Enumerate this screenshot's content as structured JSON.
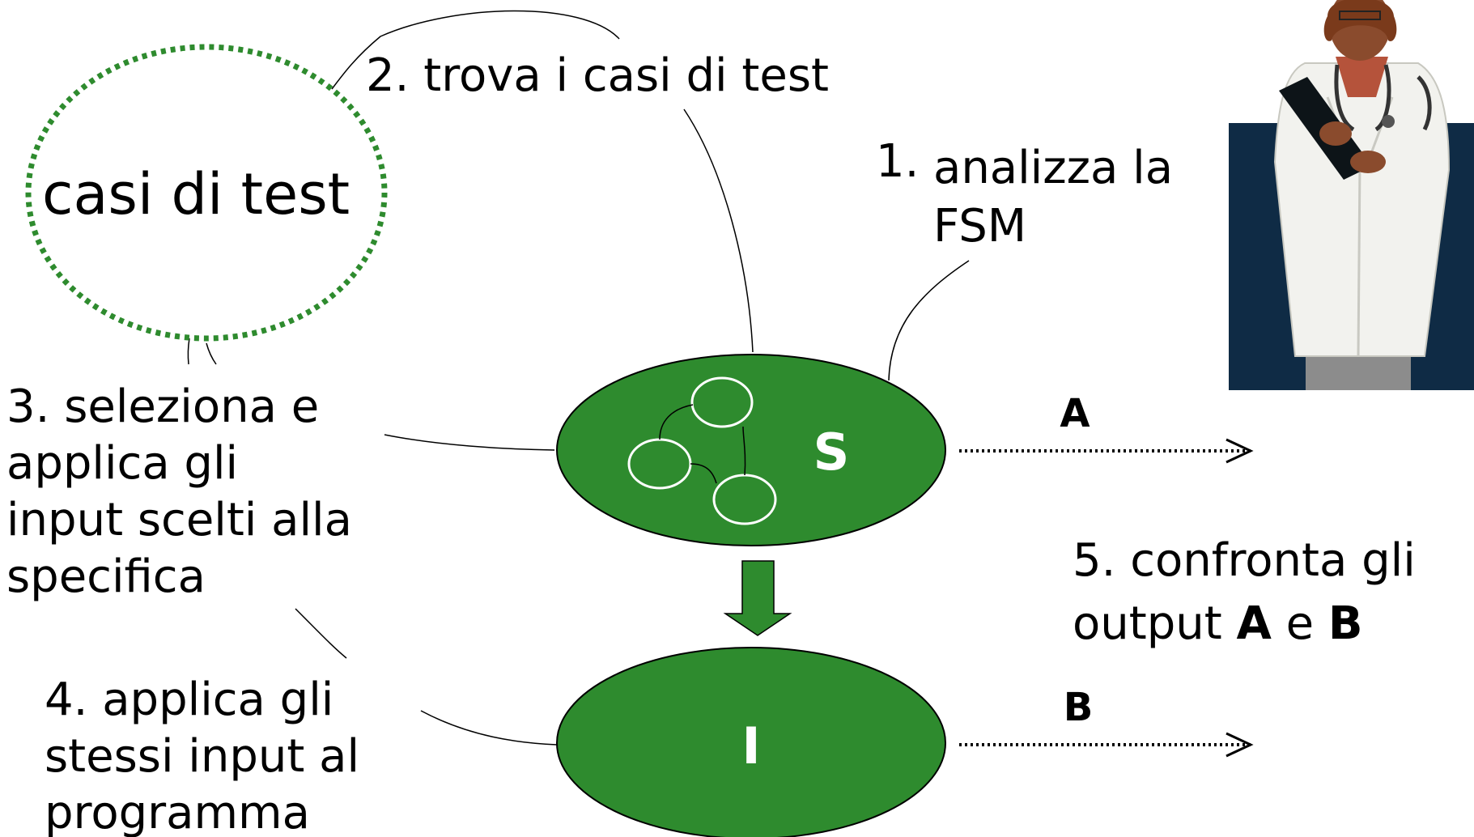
{
  "cloud": {
    "label": "casi di test"
  },
  "steps": {
    "s1": {
      "number": "1.",
      "line1": "analizza la",
      "line2": "FSM"
    },
    "s2": {
      "text": "2. trova i casi di test"
    },
    "s3": {
      "line1": "3. seleziona e",
      "line2": "applica gli",
      "line3": "input scelti alla",
      "line4": "specifica"
    },
    "s4": {
      "line1": "4. applica gli",
      "line2": "stessi input al",
      "line3": "programma"
    },
    "s5": {
      "line1": "5. confronta gli",
      "line2_prefix": "output ",
      "a": "A",
      "conj": " e ",
      "b": "B"
    }
  },
  "nodes": {
    "spec": {
      "letter": "S",
      "output_label": "A"
    },
    "impl": {
      "letter": "I",
      "output_label": "B"
    }
  },
  "colors": {
    "node_fill": "#2e8b2e",
    "cloud_dots": "#2e8b2e",
    "doctor_bg": "#0f2b45",
    "coat": "#f2f2ee"
  },
  "icons": {
    "doctor": "doctor-with-clipboard-illustration"
  }
}
